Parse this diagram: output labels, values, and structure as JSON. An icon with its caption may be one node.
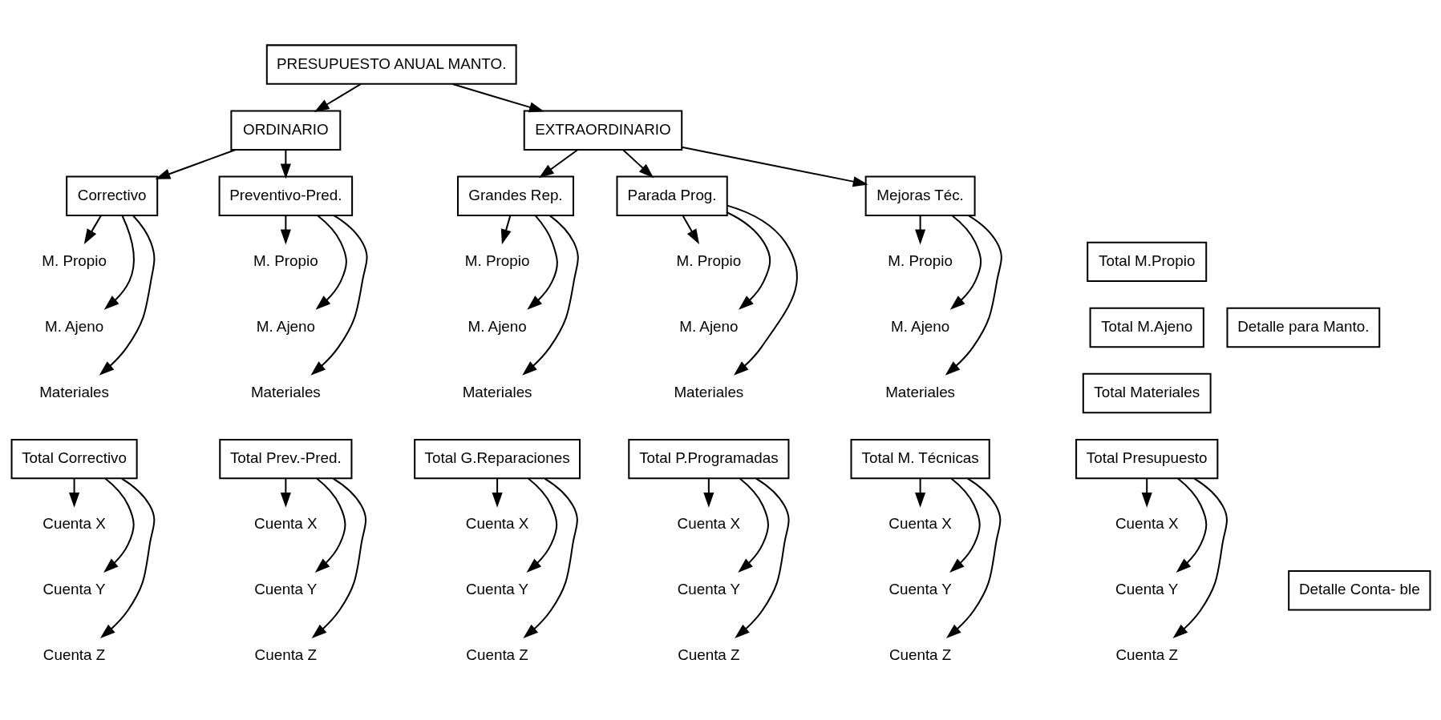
{
  "diagram": {
    "nodes": [
      {
        "text": [
          "PRESUPUESTO ANUAL MANTO."
        ]
      },
      {
        "text": [
          "ORDINARIO"
        ]
      },
      {
        "text": [
          "EXTRAORDINARIO"
        ]
      },
      {
        "text": [
          "Correctivo"
        ]
      },
      {
        "text": [
          "Preventivo-Pred."
        ]
      },
      {
        "text": [
          "Grandes Rep."
        ]
      },
      {
        "text": [
          "Parada Prog."
        ]
      },
      {
        "text": [
          "Mejoras Téc."
        ]
      },
      {
        "text": [
          "M. Propio"
        ]
      },
      {
        "text": [
          "M. Ajeno"
        ]
      },
      {
        "text": [
          "Materiales"
        ]
      },
      {
        "text": [
          "M. Propio"
        ]
      },
      {
        "text": [
          "M. Ajeno"
        ]
      },
      {
        "text": [
          "Materiales"
        ]
      },
      {
        "text": [
          "M. Propio"
        ]
      },
      {
        "text": [
          "M. Ajeno"
        ]
      },
      {
        "text": [
          "Materiales"
        ]
      },
      {
        "text": [
          "M. Propio"
        ]
      },
      {
        "text": [
          "M. Ajeno"
        ]
      },
      {
        "text": [
          "Materiales"
        ]
      },
      {
        "text": [
          "M. Propio"
        ]
      },
      {
        "text": [
          "M. Ajeno"
        ]
      },
      {
        "text": [
          "Materiales"
        ]
      },
      {
        "text": [
          "Total M.Propio"
        ]
      },
      {
        "text": [
          "Total M.Ajeno"
        ]
      },
      {
        "text": [
          "Total Materiales"
        ]
      },
      {
        "text": [
          "Total Correctivo"
        ]
      },
      {
        "text": [
          "Total Prev.-Pred."
        ]
      },
      {
        "text": [
          "Total G.Reparaciones"
        ]
      },
      {
        "text": [
          "Total P.Programadas"
        ]
      },
      {
        "text": [
          "Total M. Técnicas"
        ]
      },
      {
        "text": [
          "Total Presupuesto"
        ]
      },
      {
        "text": [
          "Cuenta X"
        ]
      },
      {
        "text": [
          "Cuenta Y"
        ]
      },
      {
        "text": [
          "Cuenta Z"
        ]
      },
      {
        "text": [
          "Cuenta X"
        ]
      },
      {
        "text": [
          "Cuenta Y"
        ]
      },
      {
        "text": [
          "Cuenta Z"
        ]
      },
      {
        "text": [
          "Cuenta X"
        ]
      },
      {
        "text": [
          "Cuenta Y"
        ]
      },
      {
        "text": [
          "Cuenta Z"
        ]
      },
      {
        "text": [
          "Cuenta X"
        ]
      },
      {
        "text": [
          "Cuenta Y"
        ]
      },
      {
        "text": [
          "Cuenta Z"
        ]
      },
      {
        "text": [
          "Cuenta X"
        ]
      },
      {
        "text": [
          "Cuenta Y"
        ]
      },
      {
        "text": [
          "Cuenta Z"
        ]
      },
      {
        "text": [
          "Cuenta X"
        ]
      },
      {
        "text": [
          "Cuenta Y"
        ]
      },
      {
        "text": [
          "Cuenta Z"
        ]
      },
      {
        "text": [
          "Detalle para Manto."
        ]
      },
      {
        "text": [
          "Detalle Conta- ble"
        ]
      }
    ],
    "edges": [
      {
        "from": 0,
        "to": 1,
        "arrow": "to"
      },
      {
        "from": 0,
        "to": 2,
        "arrow": "to"
      },
      {
        "from": 1,
        "to": 3,
        "arrow": "to"
      },
      {
        "from": 1,
        "to": 4,
        "arrow": "to"
      },
      {
        "from": 2,
        "to": 5,
        "arrow": "to"
      },
      {
        "from": 2,
        "to": 6,
        "arrow": "to"
      },
      {
        "from": 2,
        "to": 7,
        "arrow": "to"
      },
      {
        "from": 3,
        "to": 8,
        "arrow": "to"
      },
      {
        "from": 3,
        "to": 9,
        "arrow": "to"
      },
      {
        "from": 3,
        "to": 10,
        "arrow": "to"
      },
      {
        "from": 4,
        "to": 11,
        "arrow": "to"
      },
      {
        "from": 4,
        "to": 12,
        "arrow": "to"
      },
      {
        "from": 4,
        "to": 13,
        "arrow": "to"
      },
      {
        "from": 5,
        "to": 14,
        "arrow": "to"
      },
      {
        "from": 5,
        "to": 15,
        "arrow": "to"
      },
      {
        "from": 5,
        "to": 16,
        "arrow": "to"
      },
      {
        "from": 6,
        "to": 17,
        "arrow": "to"
      },
      {
        "from": 6,
        "to": 18,
        "arrow": "to"
      },
      {
        "from": 6,
        "to": 19,
        "arrow": "to"
      },
      {
        "from": 7,
        "to": 20,
        "arrow": "to"
      },
      {
        "from": 7,
        "to": 21,
        "arrow": "to"
      },
      {
        "from": 7,
        "to": 22,
        "arrow": "to"
      },
      {
        "from": 26,
        "to": 32,
        "arrow": "to"
      },
      {
        "from": 26,
        "to": 33,
        "arrow": "to"
      },
      {
        "from": 26,
        "to": 34,
        "arrow": "to"
      },
      {
        "from": 27,
        "to": 35,
        "arrow": "to"
      },
      {
        "from": 27,
        "to": 36,
        "arrow": "to"
      },
      {
        "from": 27,
        "to": 37,
        "arrow": "to"
      },
      {
        "from": 28,
        "to": 38,
        "arrow": "to"
      },
      {
        "from": 28,
        "to": 39,
        "arrow": "to"
      },
      {
        "from": 28,
        "to": 40,
        "arrow": "to"
      },
      {
        "from": 29,
        "to": 41,
        "arrow": "to"
      },
      {
        "from": 29,
        "to": 42,
        "arrow": "to"
      },
      {
        "from": 29,
        "to": 43,
        "arrow": "to"
      },
      {
        "from": 30,
        "to": 44,
        "arrow": "to"
      },
      {
        "from": 30,
        "to": 45,
        "arrow": "to"
      },
      {
        "from": 30,
        "to": 46,
        "arrow": "to"
      },
      {
        "from": 31,
        "to": 47,
        "arrow": "to"
      },
      {
        "from": 31,
        "to": 48,
        "arrow": "to"
      },
      {
        "from": 31,
        "to": 49,
        "arrow": "to"
      }
    ]
  }
}
